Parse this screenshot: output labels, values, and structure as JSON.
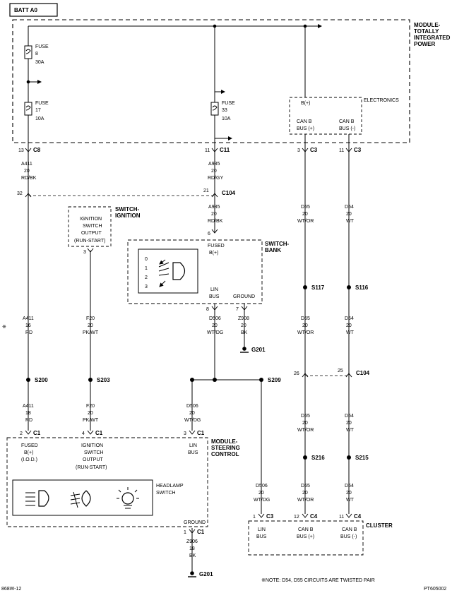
{
  "header": {
    "batt_label": "BATT A0"
  },
  "modules": {
    "tipm": [
      "MODULE-",
      "TOTALLY",
      "INTEGRATED",
      "POWER"
    ],
    "electronics": "ELECTRONICS",
    "switch_ignition": [
      "SWITCH-",
      "IGNITION"
    ],
    "switch_bank": [
      "SWITCH-",
      "BANK"
    ],
    "steering": [
      "MODULE-",
      "STEERING",
      "CONTROL"
    ],
    "cluster": "CLUSTER"
  },
  "fuses": {
    "f8": [
      "FUSE",
      "8",
      "30A"
    ],
    "f17": [
      "FUSE",
      "17",
      "10A"
    ],
    "f33": [
      "FUSE",
      "33",
      "10A"
    ]
  },
  "elec_pins": {
    "b_plus": "B(+)",
    "canb_plus": [
      "CAN B",
      "BUS (+)"
    ],
    "canb_minus": [
      "CAN B",
      "BUS (-)"
    ]
  },
  "connectors": {
    "c8": {
      "pin": "13",
      "name": "C8"
    },
    "c11": {
      "pin": "11",
      "name": "C11"
    },
    "c3a": {
      "pin": "3",
      "name": "C3"
    },
    "c3b": {
      "pin": "11",
      "name": "C3"
    },
    "c104_l": {
      "pin": "32"
    },
    "c104_r": {
      "pin": "21",
      "name": "C104"
    },
    "c104b_l": {
      "pin": "26"
    },
    "c104b_r": {
      "pin": "25",
      "name": "C104"
    },
    "sw_bank_in": {
      "pin": "6"
    },
    "sw_bank_8": {
      "pin": "8"
    },
    "sw_bank_7": {
      "pin": "7"
    },
    "ign_pin": {
      "pin": "3"
    },
    "c1_2": {
      "pin": "2",
      "name": "C1"
    },
    "c1_4": {
      "pin": "4",
      "name": "C1"
    },
    "c1_3": {
      "pin": "3",
      "name": "C1"
    },
    "c1_1": {
      "pin": "1",
      "name": "C1"
    },
    "c3_cl": {
      "pin": "1",
      "name": "C3"
    },
    "c4_12": {
      "pin": "12",
      "name": "C4"
    },
    "c4_11": {
      "pin": "11",
      "name": "C4"
    }
  },
  "wires": {
    "a411_top": [
      "A411",
      "20",
      "RD/BK"
    ],
    "a935_top": [
      "A935",
      "20",
      "RD/GY"
    ],
    "a935_mid": [
      "A935",
      "20",
      "RD/BK"
    ],
    "d55_top": [
      "D55",
      "20",
      "WT/OR"
    ],
    "d54_top": [
      "D54",
      "20",
      "WT"
    ],
    "a411_mid": [
      "A411",
      "16",
      "RD"
    ],
    "f20_mid": [
      "F20",
      "20",
      "PK/WT"
    ],
    "d506_mid": [
      "D506",
      "20",
      "WT/DG"
    ],
    "z908": [
      "Z908",
      "20",
      "BK"
    ],
    "d55_mid": [
      "D55",
      "20",
      "WT/OR"
    ],
    "d54_mid": [
      "D54",
      "20",
      "WT"
    ],
    "a411_low": [
      "A411",
      "18",
      "RD"
    ],
    "f20_low": [
      "F20",
      "20",
      "PK/WT"
    ],
    "d506_low": [
      "D506",
      "20",
      "WT/DG"
    ],
    "d55_low": [
      "D55",
      "20",
      "WT/OR"
    ],
    "d54_low": [
      "D54",
      "20",
      "WT"
    ],
    "d506_cl": [
      "D506",
      "20",
      "WT/DG"
    ],
    "d55_cl": [
      "D55",
      "20",
      "WT/OR"
    ],
    "d54_cl": [
      "D54",
      "20",
      "WT"
    ],
    "z906": [
      "Z906",
      "18",
      "BK"
    ]
  },
  "splices": {
    "s117": "S117",
    "s116": "S116",
    "s200": "S200",
    "s203": "S203",
    "s209": "S209",
    "s216": "S216",
    "s215": "S215"
  },
  "grounds": {
    "g201a": "G201",
    "g201b": "G201"
  },
  "ignition_switch_output": [
    "IGNITION",
    "SWITCH",
    "OUTPUT",
    "(RUN-START)"
  ],
  "switch_bank_pins": {
    "fused": [
      "FUSED",
      "B(+)"
    ],
    "lin": [
      "LIN",
      "BUS"
    ],
    "ground": "GROUND",
    "positions": [
      "0",
      "1",
      "2",
      "3"
    ]
  },
  "steering_pins": {
    "fused": [
      "FUSED",
      "B(+)",
      "(I.O.D.)"
    ],
    "ign": [
      "IGNITION",
      "SWITCH",
      "OUTPUT",
      "(RUN-START)"
    ],
    "lin": [
      "LIN",
      "BUS"
    ],
    "headlamp": [
      "HEADLAMP",
      "SWITCH"
    ],
    "ground": "GROUND"
  },
  "cluster_pins": {
    "lin": [
      "LIN",
      "BUS"
    ],
    "canp": [
      "CAN B",
      "BUS (+)"
    ],
    "canm": [
      "CAN B",
      "BUS (-)"
    ]
  },
  "footer": {
    "note_mark": "※",
    "note": "※NOTE:  D54, D55     CIRCUITS ARE TWISTED PAIR",
    "left_code": "868W-12",
    "right_code": "PT605002"
  }
}
